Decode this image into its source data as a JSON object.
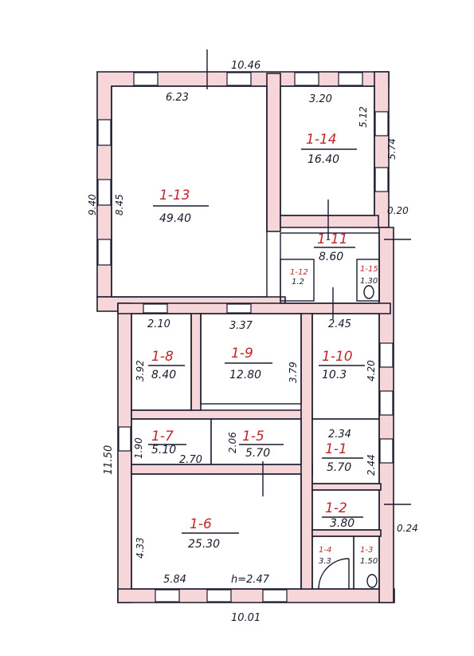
{
  "colors": {
    "wall_fill": "#f6d6d8",
    "ink": "#1a1a2e",
    "room_id": "#c0262b"
  },
  "overall": {
    "top_width": "10.46",
    "bottom_width": "10.01",
    "left_height": "11.50",
    "height_note": "h=2.47",
    "right_a": "5.74",
    "right_b": "0.24",
    "right_c": "0.20"
  },
  "rooms": {
    "r13": {
      "id": "1-13",
      "area": "49.40",
      "top": "6.23",
      "left_outer": "9.40",
      "left_inner": "8.45"
    },
    "r14": {
      "id": "1-14",
      "area": "16.40",
      "top": "3.20",
      "right": "5.12"
    },
    "r11": {
      "id": "1-11",
      "area": "8.60"
    },
    "r12": {
      "id": "1-12",
      "area": "1.2"
    },
    "r15": {
      "id": "1-15",
      "area": "1.30"
    },
    "r8": {
      "id": "1-8",
      "area": "8.40",
      "top": "2.10",
      "left": "3.92"
    },
    "r9": {
      "id": "1-9",
      "area": "12.80",
      "top": "3.37",
      "right": "3.79"
    },
    "r10": {
      "id": "1-10",
      "area": "10.3",
      "top": "2.45",
      "right": "4.20"
    },
    "r7": {
      "id": "1-7",
      "area": "5.10",
      "left": "1.90",
      "bottom": "2.70"
    },
    "r5": {
      "id": "1-5",
      "area": "5.70",
      "left": "2.06"
    },
    "r1": {
      "id": "1-1",
      "area": "5.70",
      "top": "2.34",
      "right": "2.44"
    },
    "r6": {
      "id": "1-6",
      "area": "25.30",
      "left": "4.33",
      "bottom": "5.84"
    },
    "r2": {
      "id": "1-2",
      "area": "3.80"
    },
    "r4": {
      "id": "1-4",
      "area": "3.3"
    },
    "r3": {
      "id": "1-3",
      "area": "1.50"
    }
  }
}
